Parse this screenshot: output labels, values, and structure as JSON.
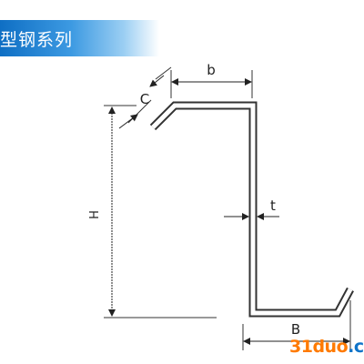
{
  "header": {
    "title": "型钢系列"
  },
  "diagram": {
    "labels": {
      "b": "b",
      "c": "C",
      "h": "H",
      "t": "t",
      "big_b": "B"
    }
  },
  "watermark": {
    "brand_accent": "31duo",
    "brand_suffix": ".c"
  },
  "colors": {
    "banner_blue": "#0f6fc4",
    "profile_stroke": "#333333",
    "watermark_orange": "#ff7a00",
    "watermark_blue": "#0f74c9"
  }
}
